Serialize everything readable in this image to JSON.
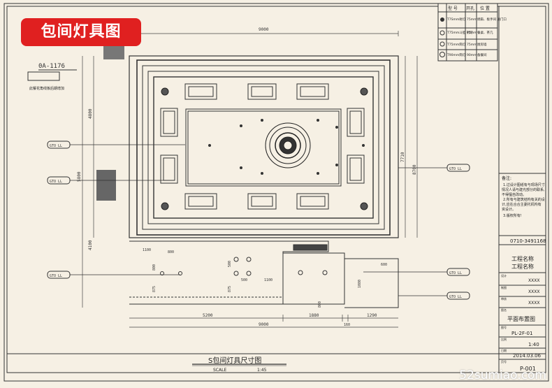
{
  "header": {
    "tag_label": "包间灯具图"
  },
  "callout": {
    "code": "0A-1176",
    "note": "此餐花角线板后期增加"
  },
  "dimensions": {
    "top_total": "9000",
    "bottom_total": "9000",
    "bottom_segments": [
      "5200",
      "1880",
      "160",
      "1290"
    ],
    "left_vertical": [
      "4800",
      "5800",
      "4100"
    ],
    "right_vertical": [
      "7710",
      "8700"
    ],
    "lower_area": [
      "1100",
      "800",
      "1100",
      "500",
      "800",
      "875",
      "875",
      "500",
      "800",
      "1080",
      "600"
    ]
  },
  "tags": {
    "left": [
      "GTO LL",
      "GTO LL",
      "GTO LL"
    ],
    "right": [
      "GTO LL",
      "GTO LL",
      "GTO LL"
    ]
  },
  "legend": {
    "headers": [
      "型 号",
      "开孔",
      "位 置"
    ],
    "rows": [
      {
        "type": "T7Smm射灯",
        "hole": "75mm",
        "position": "绸扇、板手间 通门口"
      },
      {
        "type": "T75mm斗胆 射灯",
        "hole": "75mm",
        "position": "餐桌、茶几"
      },
      {
        "type": "T75mm筒灯",
        "hole": "75mm",
        "position": "厨房墙"
      },
      {
        "type": "T90mm筒灯",
        "hole": "90mm",
        "position": "备餐间"
      }
    ]
  },
  "notes": {
    "title": "备注:",
    "lines": [
      "1.过设计图纸有与现场尺寸",
      "情况人请与建光部分的联系,",
      "不得擅自改动。",
      "2.所有与建筑结构有关的设",
      "计,应在合合主委托机构有",
      "资设计。",
      "3.版权所有!"
    ]
  },
  "title_block": {
    "phone": "0710-3491168",
    "project_label": "工程名称",
    "project_value": "工程名称",
    "designed_label": "设计",
    "designed_value": "XXXX",
    "drawn_label": "制图",
    "drawn_value": "XXXX",
    "checked_label": "审核",
    "checked_value": "XXXX",
    "sheet_title_label": "图名",
    "sheet_title": "平面布置图",
    "sheet_no_label": "图号",
    "sheet_no": "PL-2F-01",
    "scale_label": "比例",
    "scale": "1:40",
    "date_label": "日期",
    "date": "2014.03.06",
    "page_label": "页号",
    "page": "P-001"
  },
  "drawing": {
    "title": "S包间灯具尺寸图",
    "scale_label": "SCALE",
    "scale_value": "1:45"
  },
  "watermark": "52sumiao.com",
  "colors": {
    "tag": "#e02020",
    "paper": "#f6f0e4",
    "line": "#333333"
  }
}
